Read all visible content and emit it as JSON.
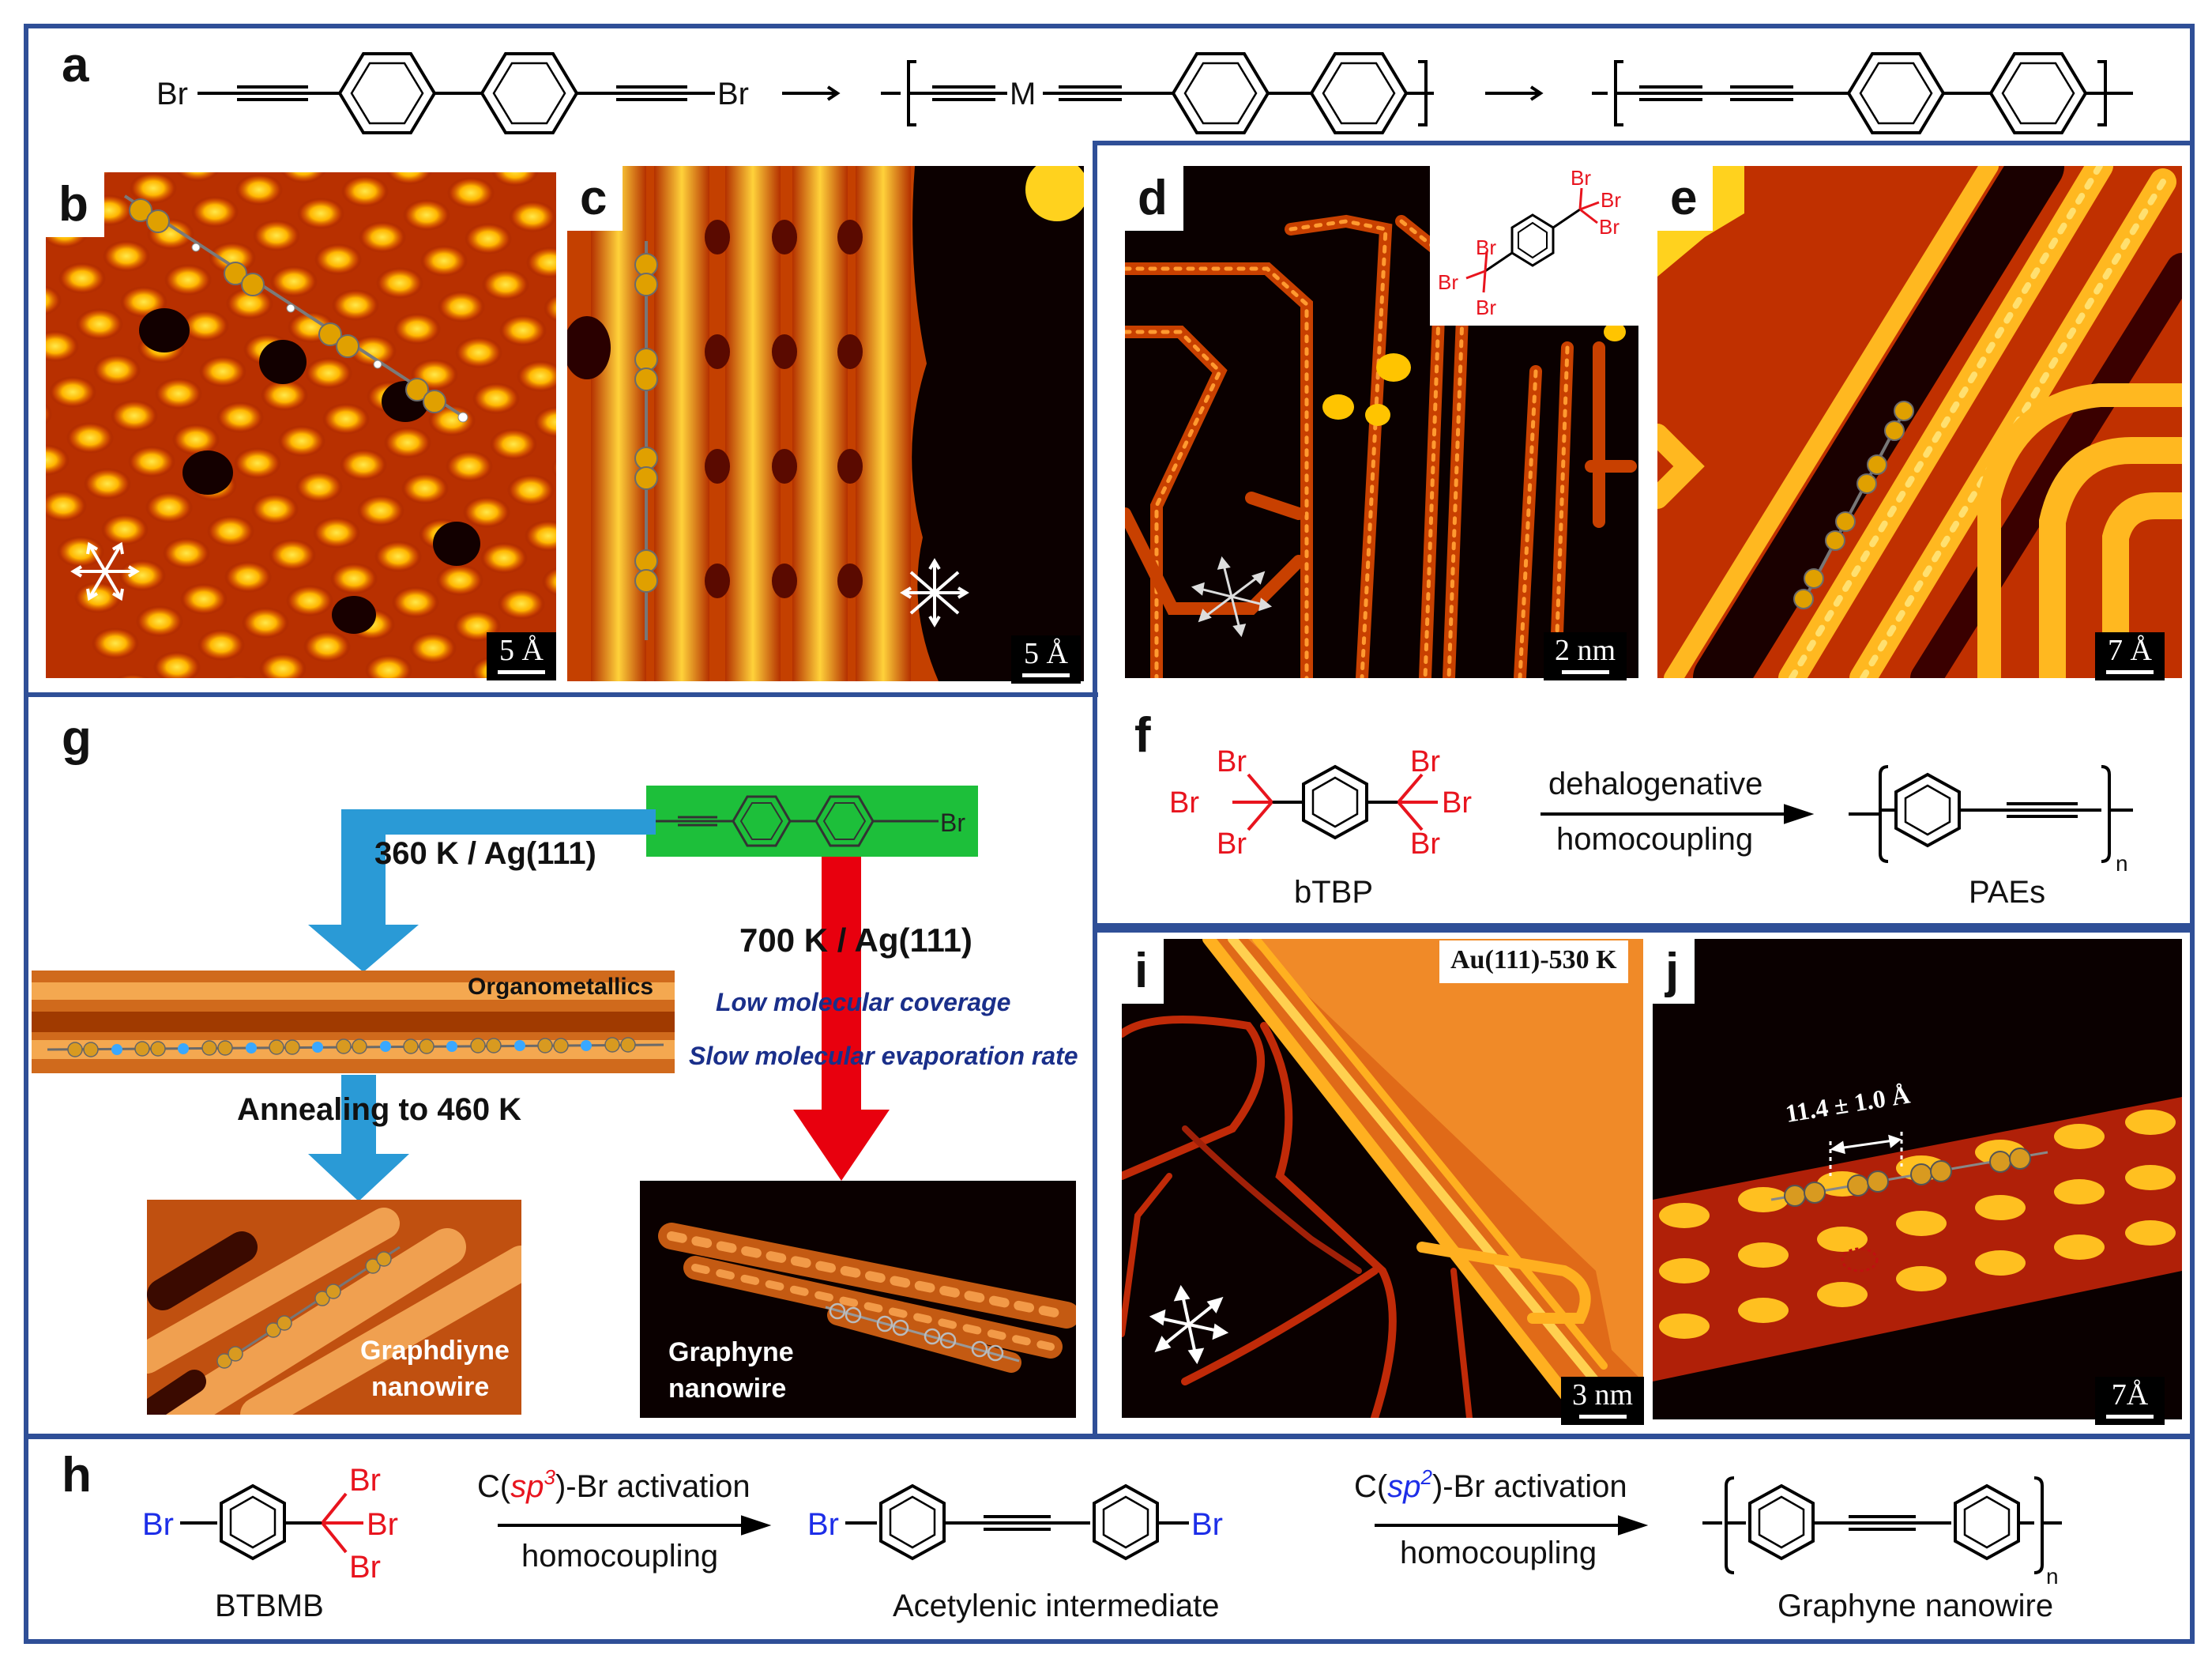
{
  "panels": {
    "a": "a",
    "b": "b",
    "c": "c",
    "d": "d",
    "e": "e",
    "f": "f",
    "g": "g",
    "h": "h",
    "i": "i",
    "j": "j"
  },
  "panel_a": {
    "br": "Br",
    "metal": "M"
  },
  "scalebars": {
    "b": "5 Å",
    "c": "5 Å",
    "d": "2 nm",
    "e": "7 Å",
    "i": "3 nm",
    "j": "7Å"
  },
  "panel_d": {
    "br": "Br"
  },
  "panel_f": {
    "br": "Br",
    "arrow_top": "dehalogenative",
    "arrow_bottom": "homocoupling",
    "reactant": "bTBP",
    "product": "PAEs",
    "subscript": "n"
  },
  "panel_g": {
    "br": "Br",
    "left_condition": "360 K / Ag(111)",
    "right_condition": "700 K / Ag(111)",
    "note1": "Low molecular coverage",
    "note2": "Slow molecular evaporation rate",
    "organometallics": "Organometallics",
    "annealing": "Annealing to 460 K",
    "graphdiyne_1": "Graphdiyne",
    "graphdiyne_2": "nanowire",
    "graphyne_1": "Graphyne",
    "graphyne_2": "nanowire"
  },
  "panel_i": {
    "label": "Au(111)-530 K"
  },
  "panel_j": {
    "measure": "11.4 ± 1.0 Å"
  },
  "panel_h": {
    "br": "Br",
    "step1_top_prefix": "C(",
    "step1_hyb": "sp",
    "step1_sup": "3",
    "step1_suffix": ")-Br activation",
    "step1_bottom": "homocoupling",
    "step2_top_prefix": "C(",
    "step2_hyb": "sp",
    "step2_sup": "2",
    "step2_suffix": ")-Br activation",
    "step2_bottom": "homocoupling",
    "reactant": "BTBMB",
    "intermediate": "Acetylenic intermediate",
    "product": "Graphyne nanowire",
    "subscript": "n"
  },
  "colors": {
    "frame": "#2f4f97",
    "stm_dark": "#1a0000",
    "stm_mid": "#c83a00",
    "stm_bright": "#ffd21e",
    "arrow_blue": "#2a9ad6",
    "arrow_red": "#e8000e",
    "green_box": "#1dbf3a",
    "br_red": "#e8141e",
    "br_blue": "#1d2ee8",
    "note_navy": "#1a2f8a"
  }
}
